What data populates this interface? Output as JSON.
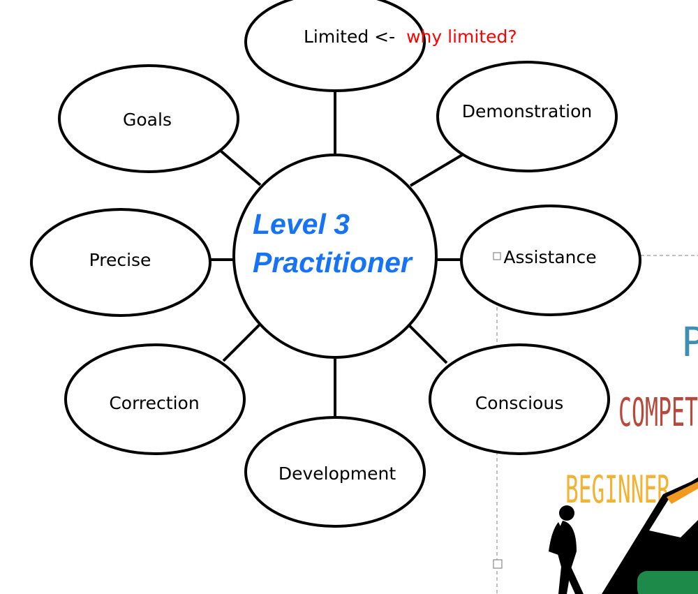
{
  "diagram": {
    "center": {
      "line1": "Level 3",
      "line2": "Practitioner",
      "color": "#1673f5"
    },
    "nodes": {
      "limited": {
        "label": "Limited <-",
        "note": "why limited?",
        "note_color": "#ff0000"
      },
      "demonstration": {
        "label": "Demonstration"
      },
      "assistance": {
        "label": "Assistance"
      },
      "conscious": {
        "label": "Conscious"
      },
      "development": {
        "label": "Development"
      },
      "correction": {
        "label": "Correction"
      },
      "precise": {
        "label": "Precise"
      },
      "goals": {
        "label": "Goals"
      }
    }
  },
  "embedded_image": {
    "words": {
      "top": "PR",
      "middle": "COMPET",
      "bottom": "BEGINNER"
    },
    "colors": {
      "top": "#3f8fb5",
      "middle": "#b8473c",
      "bottom": "#f2b233",
      "mountain": "#000000",
      "accent": "#f29a1f",
      "bar": "#1e8a4a"
    }
  }
}
